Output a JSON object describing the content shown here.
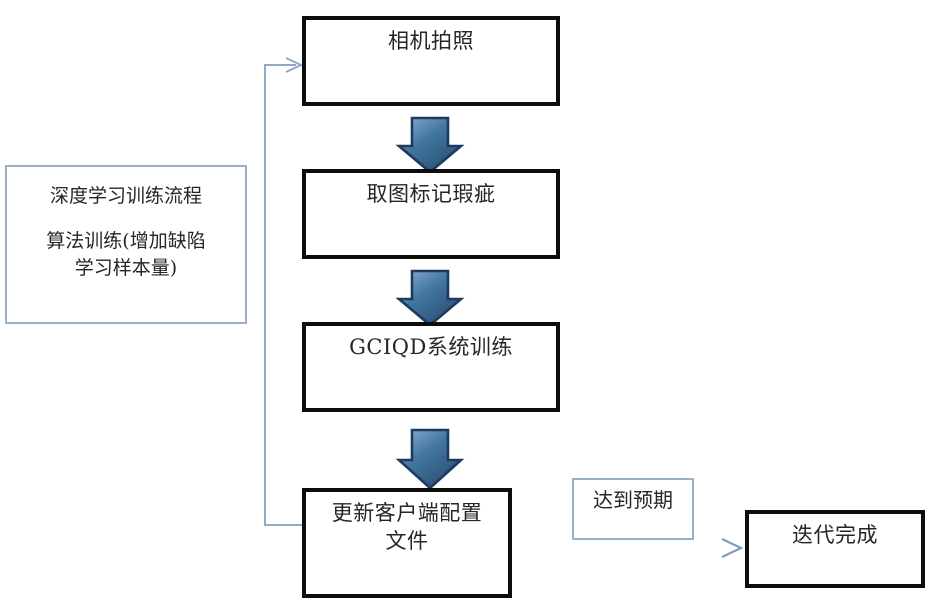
{
  "diagram": {
    "title": "深度学习训练流程",
    "nodes": {
      "camera": {
        "label": "相机拍照"
      },
      "mark": {
        "label": "取图标记瑕疵"
      },
      "train": {
        "label": "GCIQD系统训练"
      },
      "update": {
        "label": "更新客户端配置\n文件"
      },
      "done": {
        "label": "迭代完成"
      },
      "expected": {
        "label": "达到预期"
      }
    },
    "panel": {
      "heading": "深度学习训练流程",
      "body": "算法训练(增加缺陷\n学习样本量)"
    },
    "colors": {
      "box_border": "#0d0d0d",
      "note_border": "#9aafc9",
      "arrow_fill": "#3f72ab",
      "arrow_outline": "#1f3a5f",
      "connector_line": "#8faac9",
      "text": "#262626",
      "background": "#ffffff"
    }
  }
}
